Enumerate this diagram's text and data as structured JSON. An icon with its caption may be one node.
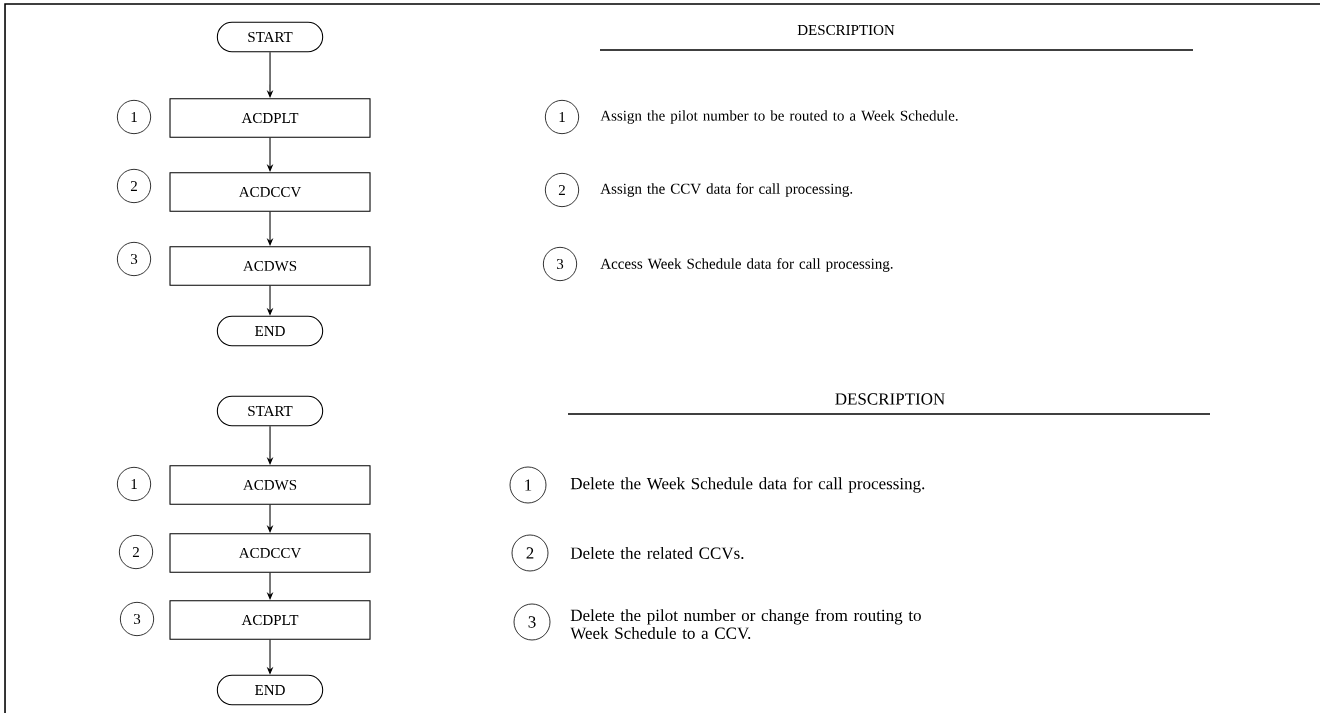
{
  "diagram": {
    "nodes": [
      {
        "text": [
          "START"
        ]
      },
      {
        "text": [
          "1"
        ]
      },
      {
        "text": [
          "ACDPLT"
        ]
      },
      {
        "text": [
          "2"
        ]
      },
      {
        "text": [
          "ACDCCV"
        ]
      },
      {
        "text": [
          "3"
        ]
      },
      {
        "text": [
          "ACDWS"
        ]
      },
      {
        "text": [
          "END"
        ]
      },
      {
        "text": [
          "1"
        ]
      },
      {
        "text": [
          "2"
        ]
      },
      {
        "text": [
          "3"
        ]
      },
      {
        "text": [
          "START"
        ]
      },
      {
        "text": [
          "1"
        ]
      },
      {
        "text": [
          "ACDWS"
        ]
      },
      {
        "text": [
          "2"
        ]
      },
      {
        "text": [
          "ACDCCV"
        ]
      },
      {
        "text": [
          "3"
        ]
      },
      {
        "text": [
          "ACDPLT"
        ]
      },
      {
        "text": [
          "END"
        ]
      },
      {
        "text": [
          "1"
        ]
      },
      {
        "text": [
          "2"
        ]
      },
      {
        "text": [
          "3"
        ]
      }
    ],
    "edges": [
      {
        "from": 0,
        "to": 2,
        "arrow": "to"
      },
      {
        "from": 2,
        "to": 4,
        "arrow": "to"
      },
      {
        "from": 4,
        "to": 6,
        "arrow": "to"
      },
      {
        "from": 6,
        "to": 7,
        "arrow": "to"
      },
      {
        "from": 11,
        "to": 13,
        "arrow": "to"
      },
      {
        "from": 13,
        "to": 15,
        "arrow": "to"
      },
      {
        "from": 15,
        "to": 17,
        "arrow": "to"
      },
      {
        "from": 17,
        "to": 18,
        "arrow": "to"
      }
    ],
    "labels": [
      "DESCRIPTION",
      "Assign the pilot number to be routed to a Week Schedule.",
      "Assign the CCV data for call processing.",
      "Access Week Schedule data for call processing.",
      "DESCRIPTION",
      "Delete the Week Schedule data for call processing.",
      "Delete the related CCVs.",
      "Delete the pilot number or change from routing to Week Schedule to a CCV."
    ]
  }
}
